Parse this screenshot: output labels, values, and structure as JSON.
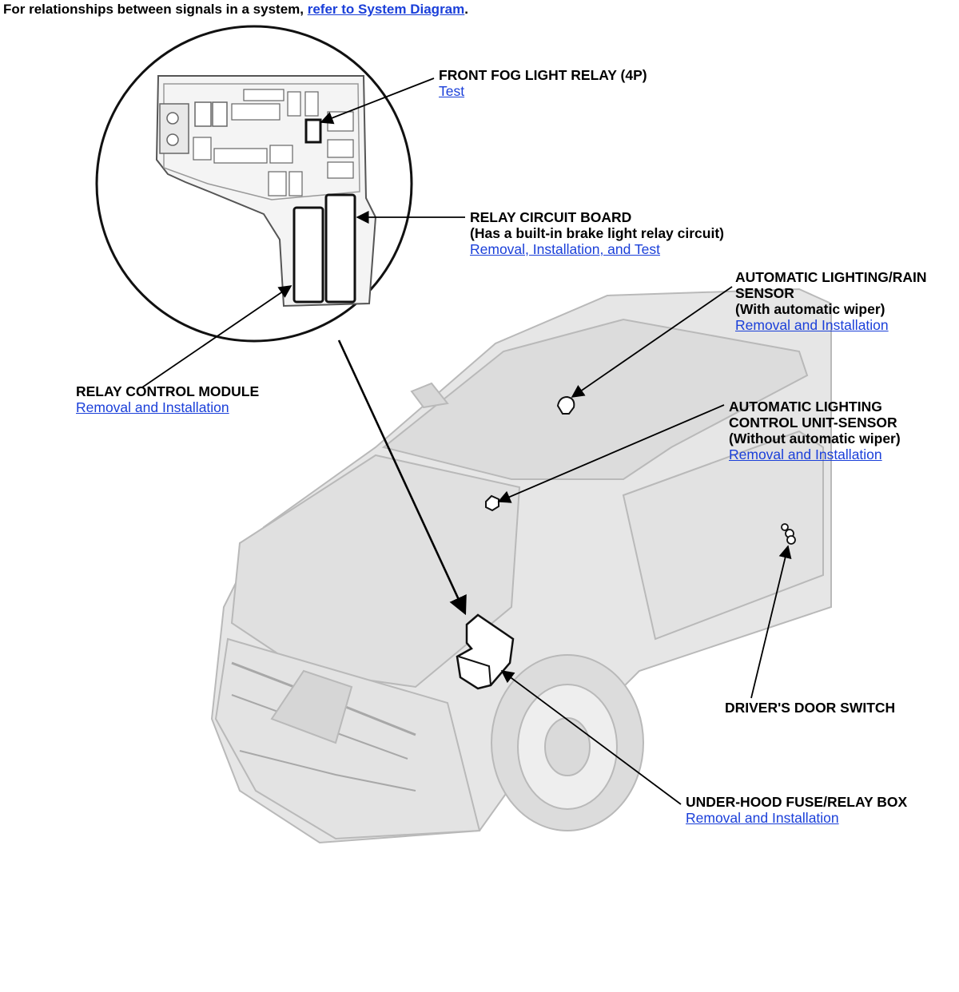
{
  "intro": {
    "text": "For relationships between signals in a system, ",
    "link": "refer to System Diagram",
    "end": "."
  },
  "callouts": {
    "fog_relay": {
      "title": "FRONT FOG LIGHT RELAY (4P)",
      "link": "Test"
    },
    "relay_board": {
      "title": "RELAY CIRCUIT BOARD",
      "note": "(Has a built-in brake light relay circuit)",
      "link": "Removal, Installation, and Test"
    },
    "rain_sensor": {
      "title1": "AUTOMATIC LIGHTING/RAIN",
      "title2": "SENSOR",
      "note": "(With automatic wiper)",
      "link": "Removal and Installation"
    },
    "relay_module": {
      "title": "RELAY CONTROL MODULE",
      "link": "Removal and Installation"
    },
    "light_sensor": {
      "title1": "AUTOMATIC LIGHTING",
      "title2": "CONTROL UNIT-SENSOR",
      "note": "(Without automatic wiper)",
      "link": "Removal and Installation"
    },
    "door_switch": {
      "title": "DRIVER'S DOOR SWITCH"
    },
    "fuse_box": {
      "title": "UNDER-HOOD FUSE/RELAY BOX",
      "link": "Removal and Installation"
    }
  },
  "colors": {
    "link": "#1a3fd9",
    "car_fill": "#e6e6e6",
    "car_stroke": "#b9b9b9"
  }
}
